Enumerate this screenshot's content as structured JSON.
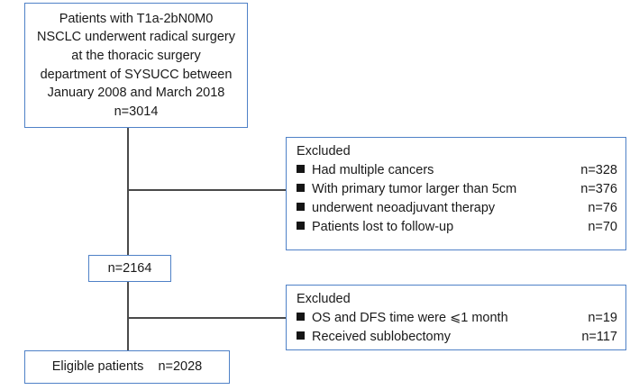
{
  "figure": {
    "type": "patient-flow-diagram",
    "border_color": "#4f81c7",
    "connector_color": "#4a4a4a"
  },
  "top_box": {
    "lines": [
      "Patients with T1a-2bN0M0",
      "NSCLC underwent radical surgery",
      "at the thoracic surgery",
      "department of SYSUCC between",
      "January 2008 and March 2018",
      "n=3014"
    ]
  },
  "excluded_1": {
    "title": "Excluded",
    "items": [
      {
        "label": "Had multiple cancers",
        "count": "n=328"
      },
      {
        "label": "With primary tumor larger than 5cm",
        "count": "n=376"
      },
      {
        "label": "underwent neoadjuvant therapy",
        "count": "n=76"
      },
      {
        "label": "Patients lost to follow-up",
        "count": "n=70"
      }
    ]
  },
  "mid_box": {
    "text": "n=2164"
  },
  "excluded_2": {
    "title": "Excluded",
    "items": [
      {
        "label": "OS and DFS time were ⩽1 month",
        "count": "n=19"
      },
      {
        "label": "Received sublobectomy",
        "count": "n=117"
      }
    ]
  },
  "bottom_box": {
    "text": "Eligible patients    n=2028"
  }
}
